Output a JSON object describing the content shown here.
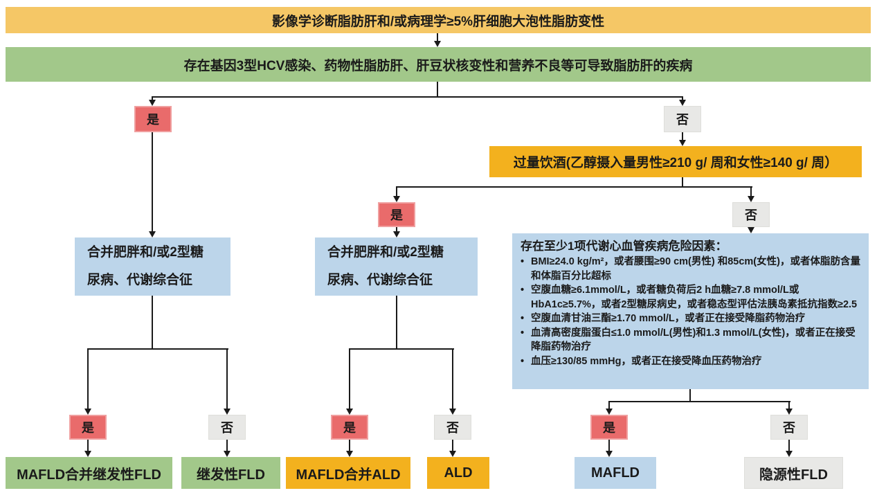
{
  "labels": {
    "yes": "是",
    "no": "否"
  },
  "top_box": {
    "label": "影像学诊断脂肪肝和/或病理学≥5%肝细胞大泡性脂肪变性"
  },
  "exclusion_box": {
    "label": "存在基因3型HCV感染、药物性脂肪肝、肝豆状核变性和营养不良等可导致脂肪肝的疾病"
  },
  "alcohol_box": {
    "label": "过量饮酒(乙醇摄入量男性≥210 g/ 周和女性≥140 g/ 周）"
  },
  "metabolic_box": {
    "line1": "合并肥胖和/或2型糖",
    "line2": "尿病、代谢综合征"
  },
  "risk_box": {
    "header": "存在至少1项代谢心血管疾病危险因素：",
    "bullet": "•",
    "items": [
      "BMI≥24.0 kg/m²，或者腰围≥90 cm(男性) 和85cm(女性)，或者体脂肪含量和体脂百分比超标",
      "空腹血糖≥6.1mmol/L，或者糖负荷后2 h血糖≥7.8 mmol/L或HbA1c≥5.7%，或者2型糖尿病史，或者稳态型评估法胰岛素抵抗指数≥2.5",
      "空腹血清甘油三酯≥1.70 mmol/L，或者正在接受降脂药物治疗",
      "血清高密度脂蛋白≤1.0 mmol/L(男性)和1.3 mmol/L(女性)，或者正在接受降脂药物治疗",
      "血压≥130/85 mmHg，或者正在接受降血压药物治疗"
    ]
  },
  "outcomes": [
    {
      "label": "MAFLD合并继发性FLD",
      "color": "#A2C88A"
    },
    {
      "label": "继发性FLD",
      "color": "#A2C88A"
    },
    {
      "label": "MAFLD合并ALD",
      "color": "#F3B11E"
    },
    {
      "label": "ALD",
      "color": "#F3B11E"
    },
    {
      "label": "MAFLD",
      "color": "#BCD5EA"
    },
    {
      "label": "隐源性FLD",
      "color": "#E8E8E6"
    }
  ],
  "colors": {
    "header_yellow": "#F5C766",
    "green": "#A2C88A",
    "decision_yes_red": "#E96B6B",
    "decision_no_gray": "#E8E8E6",
    "alcohol_orange": "#F3B11E",
    "metabolic_blue": "#BCD5EA",
    "line_black": "#1A1A1A"
  }
}
